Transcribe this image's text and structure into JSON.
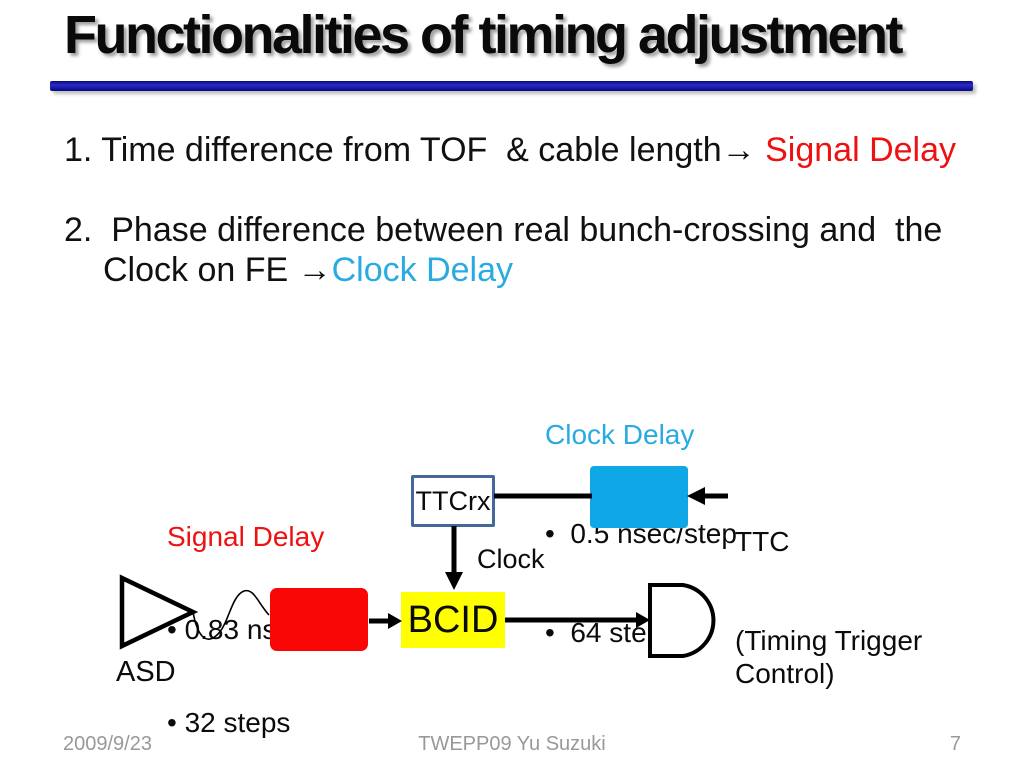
{
  "title": "Functionalities of timing adjustment",
  "list": {
    "item1": {
      "number": "1.",
      "text": " Time difference from TOF  & cable length→ ",
      "highlight": "Signal Delay"
    },
    "item2": {
      "number": "2.",
      "text": "  Phase difference between real bunch-crossing and  the",
      "line2_text": "Clock on FE →",
      "line2_highlight": "Clock Delay"
    }
  },
  "diagram": {
    "clock_delay_note": {
      "title": "Clock Delay",
      "items": [
        "•  0.5 nsec/step",
        "•  64 steps"
      ]
    },
    "signal_delay_note": {
      "title": "Signal Delay",
      "items": [
        "• 0.83 nsec/step",
        "• 32 steps"
      ]
    },
    "ttcrx_box_label": "TTCrx",
    "bcid_box_label": "BCID",
    "ttc_label": "TTC",
    "ttc_sublabel": "(Timing Trigger Control)",
    "clock_label": "Clock",
    "asd_label": "ASD"
  },
  "footer": {
    "date": "2009/9/23",
    "credit": "TWEPP09 Yu Suzuki",
    "page_number": "7"
  },
  "colors": {
    "highlight_red": "#ee1111",
    "highlight_cyan": "#29abe2",
    "clock_delay_box": "#0fa7e6",
    "signal_delay_box": "#f90606",
    "bcid_box": "#ffff00",
    "ttcrx_border": "#44689d",
    "title_bar_blue": "#1a1aae",
    "footer_gray": "#999999"
  }
}
